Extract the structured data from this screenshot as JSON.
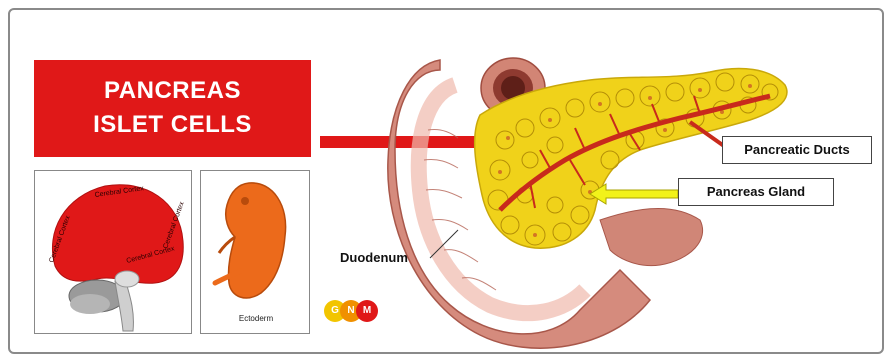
{
  "title": {
    "line1": "PANCREAS",
    "line2": "ISLET CELLS"
  },
  "brain_panel": {
    "labels": [
      "Cerebral Cortex",
      "Cerebral Cortex",
      "Cerebral Cortex",
      "Cerebral Cortex"
    ]
  },
  "embryo_panel": {
    "caption": "Ectoderm"
  },
  "anatomy_labels": {
    "pancreatic_ducts": "Pancreatic Ducts",
    "pancreas_gland": "Pancreas Gland",
    "duodenum": "Duodenum"
  },
  "logo": {
    "letters": [
      "G",
      "N",
      "M"
    ]
  },
  "colors": {
    "red": "#e01818",
    "yellow_arrow": "#f2f21a",
    "gland": "#f0d21a",
    "duct": "#c82a1c",
    "duodenum": "#d07d6f"
  }
}
